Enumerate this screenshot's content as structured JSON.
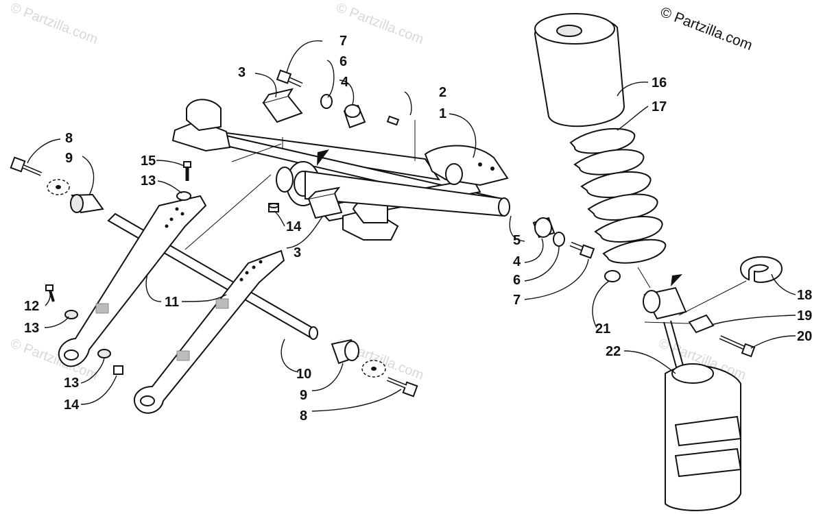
{
  "copyright": "© Partzilla.com",
  "watermark_text": "© Partzilla.com",
  "callouts": [
    {
      "label": "1"
    },
    {
      "label": "2"
    },
    {
      "label": "3"
    },
    {
      "label": "3"
    },
    {
      "label": "4"
    },
    {
      "label": "4"
    },
    {
      "label": "5"
    },
    {
      "label": "6"
    },
    {
      "label": "6"
    },
    {
      "label": "7"
    },
    {
      "label": "7"
    },
    {
      "label": "8"
    },
    {
      "label": "8"
    },
    {
      "label": "9"
    },
    {
      "label": "9"
    },
    {
      "label": "10"
    },
    {
      "label": "11"
    },
    {
      "label": "12"
    },
    {
      "label": "13"
    },
    {
      "label": "13"
    },
    {
      "label": "13"
    },
    {
      "label": "14"
    },
    {
      "label": "14"
    },
    {
      "label": "15"
    },
    {
      "label": "16"
    },
    {
      "label": "17"
    },
    {
      "label": "18"
    },
    {
      "label": "19"
    },
    {
      "label": "20"
    },
    {
      "label": "21"
    },
    {
      "label": "22"
    }
  ],
  "colors": {
    "ink": "#111111",
    "watermark": "#d8d8d8",
    "background": "#ffffff"
  }
}
